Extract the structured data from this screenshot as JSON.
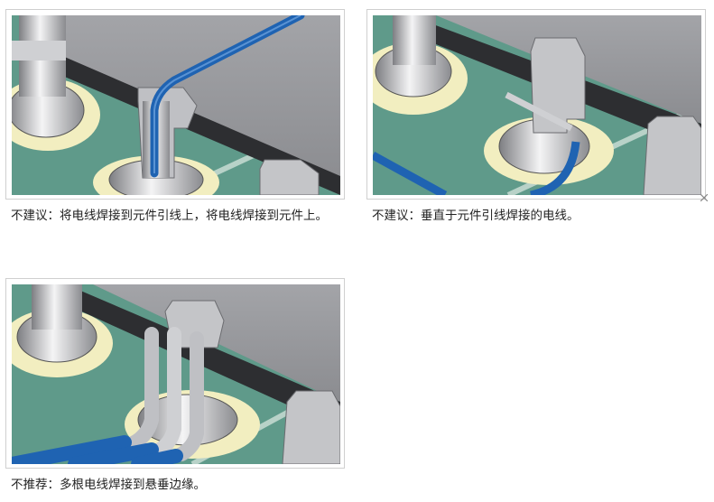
{
  "figures": [
    {
      "caption": "不建议：将电线焊接到元件引线上，将电线焊接到元件上。"
    },
    {
      "caption": "不建议：垂直于元件引线焊接的电线。"
    },
    {
      "caption": "不推荐：多根电线焊接到悬垂边缘。"
    }
  ],
  "colors": {
    "board": "#5f9a8a",
    "pad": "#f2eec0",
    "body": "#8f9096",
    "body_dark": "#2d2e31",
    "wire": "#1f63b2",
    "metal": "#c9cacd"
  }
}
